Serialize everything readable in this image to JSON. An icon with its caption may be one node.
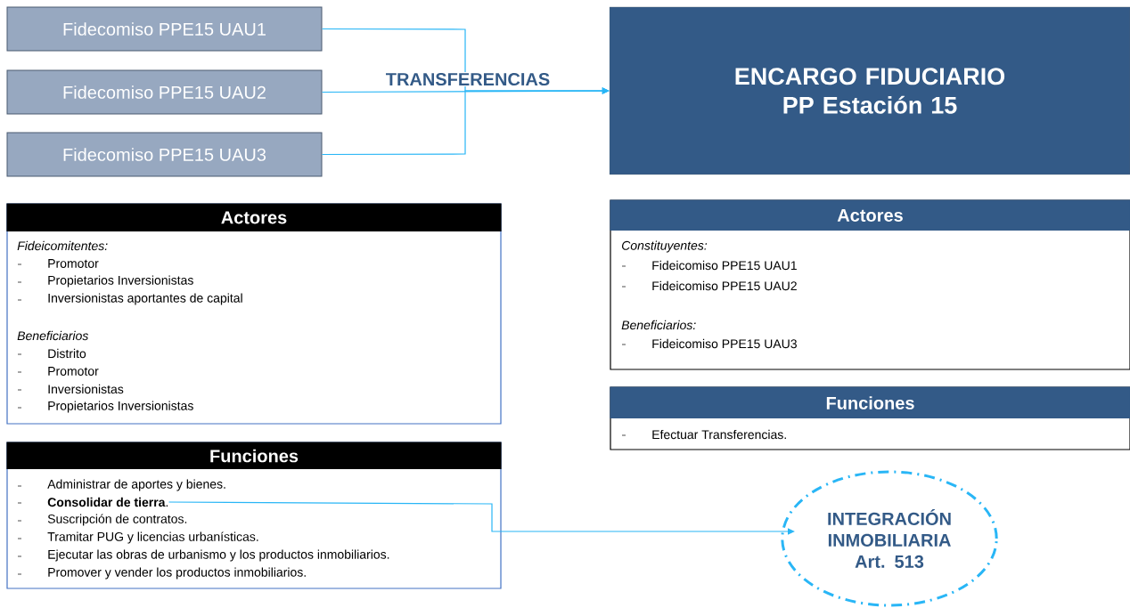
{
  "diagram": {
    "nodes": [
      {
        "text": [
          "Fidecomiso PPE15 UAU1"
        ]
      },
      {
        "text": [
          "Fidecomiso PPE15 UAU2"
        ]
      },
      {
        "text": [
          "Fidecomiso PPE15 UAU3"
        ]
      },
      {
        "text": [
          "ENCARGO FIDUCIARIO PP Estación 15"
        ]
      },
      {
        "text": [
          "Actores",
          "Fideicomitentes:",
          "Promotor",
          "Propietarios Inversionistas",
          "Inversionistas aportantes de capital",
          "Beneficiarios",
          "Distrito",
          "Promotor",
          "Inversionistas",
          "Propietarios Inversionistas"
        ]
      },
      {
        "text": [
          "Funciones",
          "Administrar de aportes y bienes.",
          "**Consolidar de tierra**.",
          "Suscripción de contratos.",
          "Tramitar  PUG y  licencias urbanísticas.",
          "Ejecutar las obras de urbanismo y los productos inmobiliarios.",
          "Promover y vender los productos inmobiliarios."
        ]
      },
      {
        "text": [
          "Actores",
          "Constituyentes:",
          "Fideicomiso PPE15 UAU1",
          "Fideicomiso PPE15 UAU2",
          "Beneficiarios:",
          "Fideicomiso PPE15 UAU3"
        ]
      },
      {
        "text": [
          "Funciones",
          "Efectuar Transferencias."
        ]
      },
      {
        "text": [
          "INTEGRACIÓN INMOBILIARIA Art. 513"
        ]
      }
    ],
    "edges": [
      {
        "from": 0,
        "to": 3,
        "arrow": "to"
      },
      {
        "from": 1,
        "to": 3,
        "arrow": "to",
        "label": "TRANSFERENCIAS"
      },
      {
        "from": 2,
        "to": 3,
        "arrow": "to"
      },
      {
        "from": 5,
        "to": 8,
        "arrow": "to"
      }
    ]
  }
}
